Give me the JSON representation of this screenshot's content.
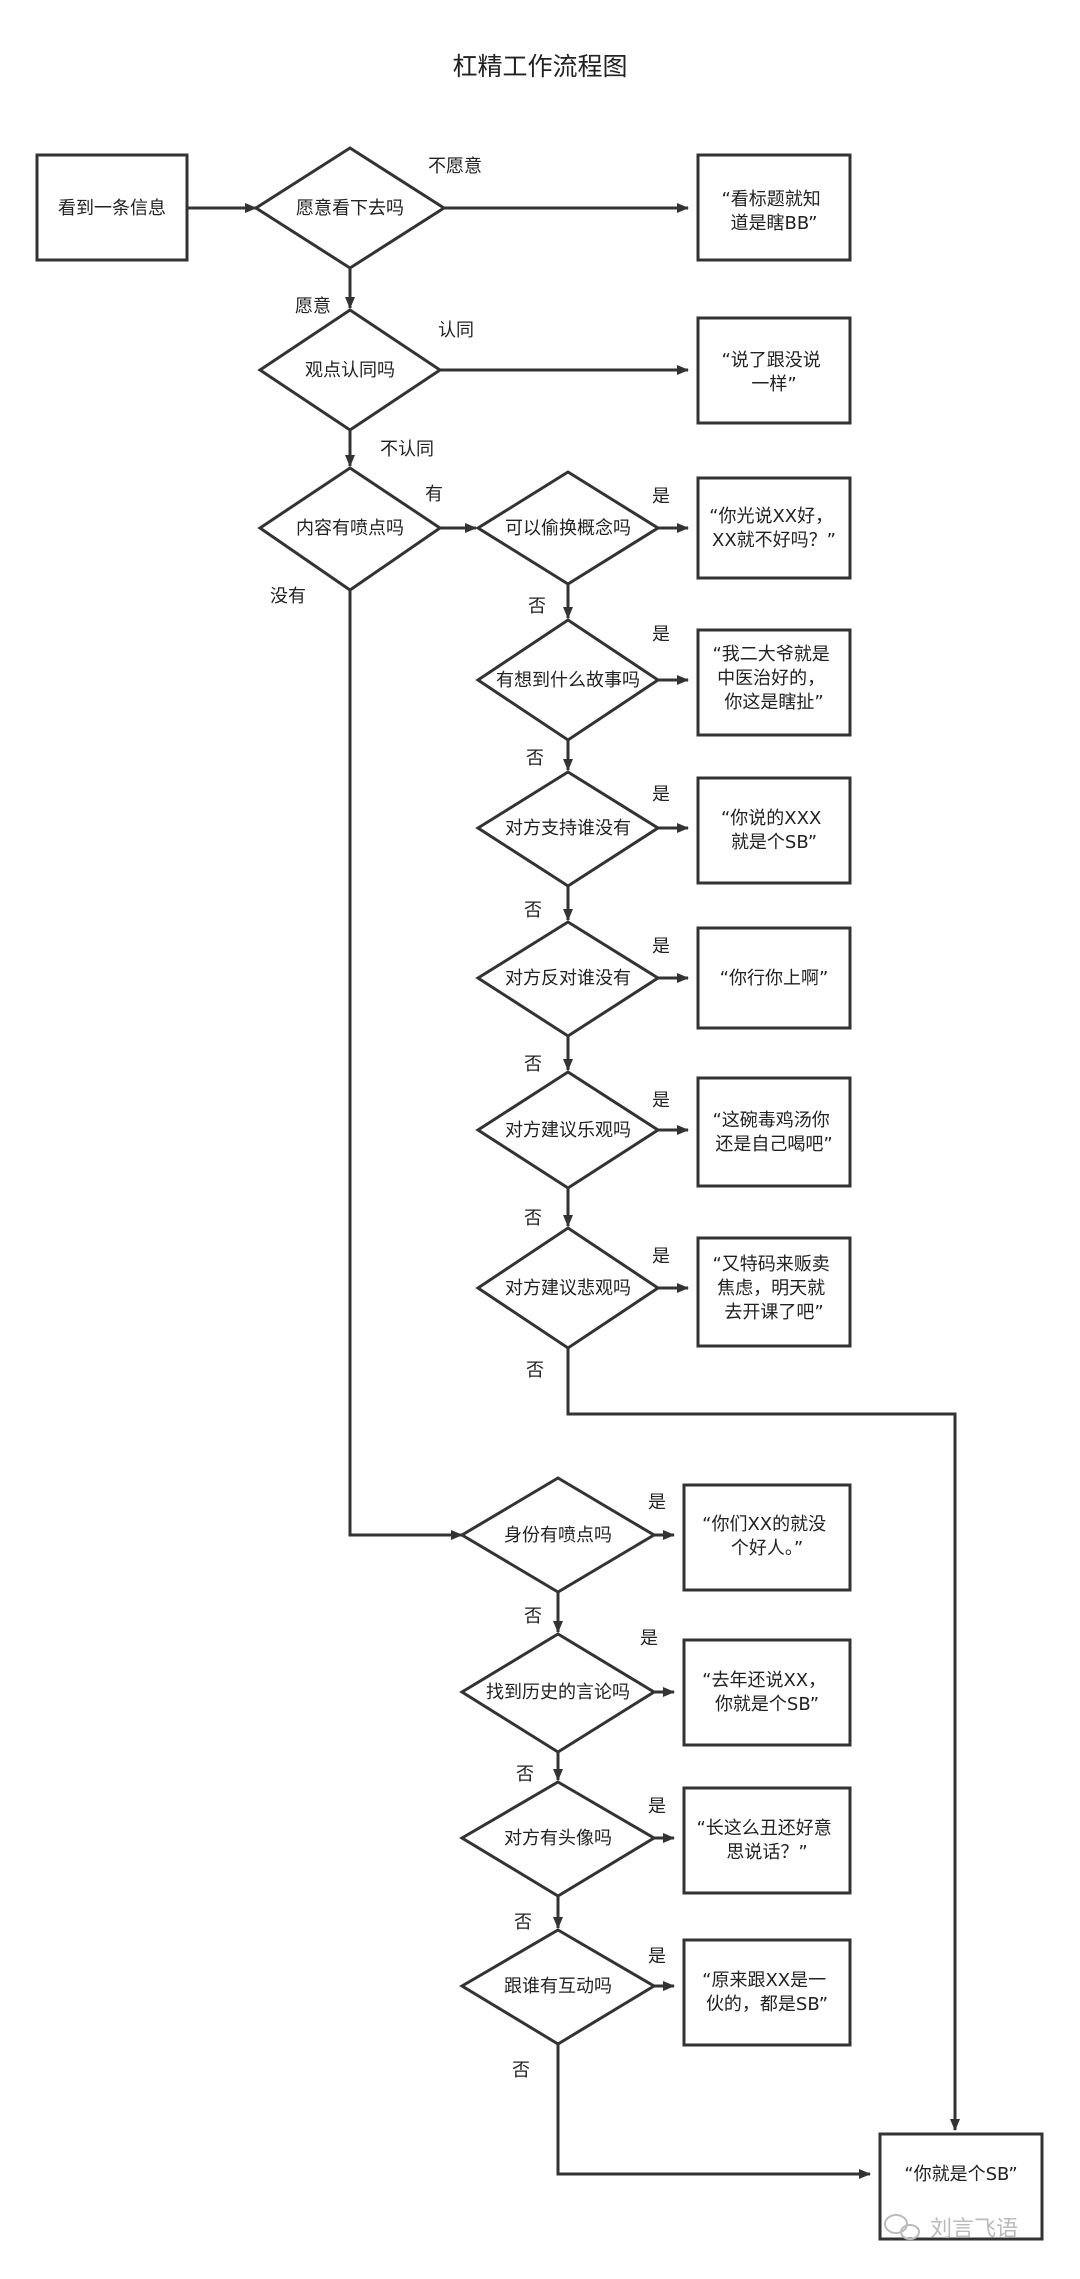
{
  "title": "杠精工作流程图",
  "nodes": {
    "start": "看到一条信息",
    "q_willing": "愿意看下去吗",
    "r_title_bb": [
      "“看标题就知",
      "道是瞎BB”"
    ],
    "q_agree": "观点认同吗",
    "r_same": [
      "“说了跟没说",
      "一样”"
    ],
    "q_content": "内容有喷点吗",
    "q_concept": "可以偷换概念吗",
    "r_concept": [
      "“你光说XX好，",
      "XX就不好吗？”"
    ],
    "q_story": "有想到什么故事吗",
    "r_story": [
      "“我二大爷就是",
      "中医治好的，",
      "你这是瞎扯”"
    ],
    "q_support": "对方支持谁没有",
    "r_support": [
      "“你说的XXX",
      "就是个SB”"
    ],
    "q_oppose": "对方反对谁没有",
    "r_oppose": [
      "“你行你上啊”"
    ],
    "q_optimist": "对方建议乐观吗",
    "r_optimist": [
      "“这碗毒鸡汤你",
      "还是自己喝吧”"
    ],
    "q_pessimist": "对方建议悲观吗",
    "r_pessimist": [
      "“又特码来贩卖",
      "焦虑，明天就",
      "去开课了吧”"
    ],
    "q_identity": "身份有喷点吗",
    "r_identity": [
      "“你们XX的就没",
      "个好人。”"
    ],
    "q_history": "找到历史的言论吗",
    "r_history": [
      "“去年还说XX，",
      "你就是个SB”"
    ],
    "q_avatar": "对方有头像吗",
    "r_avatar": [
      "“长这么丑还好意",
      "思说话？”"
    ],
    "q_interact": "跟谁有互动吗",
    "r_interact": [
      "“原来跟XX是一",
      "伙的，都是SB”"
    ],
    "r_final": [
      "“你就是个SB”"
    ]
  },
  "edge_labels": {
    "not_willing": "不愿意",
    "willing": "愿意",
    "agree": "认同",
    "not_agree": "不认同",
    "has": "有",
    "has_not": "没有",
    "yes": "是",
    "no": "否"
  },
  "watermark": "刘言飞语"
}
